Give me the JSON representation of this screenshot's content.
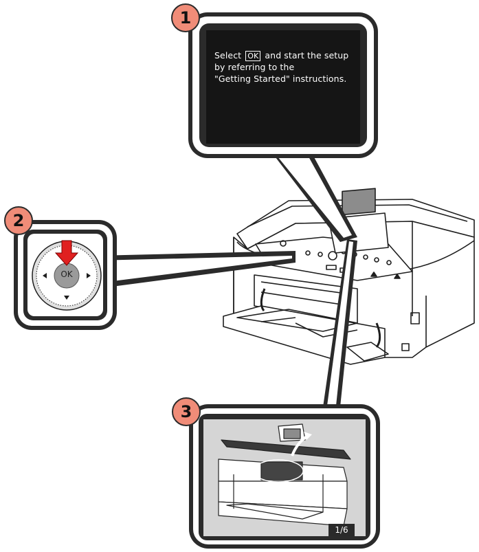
{
  "steps": [
    {
      "number": "1"
    },
    {
      "number": "2"
    },
    {
      "number": "3"
    }
  ],
  "screen": {
    "line1_before": "Select",
    "ok_key": "OK",
    "line1_after": "and start the setup",
    "line2": "by referring to the",
    "line3": "\"Getting Started\" instructions."
  },
  "control": {
    "ok_label": "OK"
  },
  "thumbnail": {
    "page_indicator": "1/6"
  },
  "colors": {
    "badge": "#f08c78",
    "arrow": "#e02020",
    "callout_frame": "#2b2b2b"
  }
}
